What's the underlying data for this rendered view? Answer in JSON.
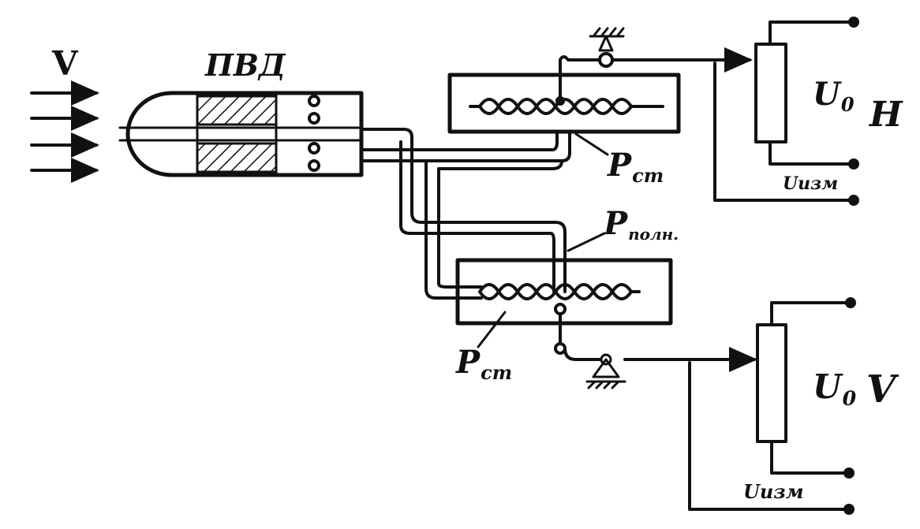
{
  "labels": {
    "airflow": "V",
    "probe": "ПВД",
    "static_top_main": "P",
    "static_top_sub": "ст",
    "full_pressure_main": "P",
    "full_pressure_sub": "полн.",
    "static_bottom_main": "P",
    "static_bottom_sub": "ст",
    "voltage_top_main": "U",
    "voltage_top_sub": "0",
    "output_top": "H",
    "measure_top": "Uизм",
    "voltage_bottom_main": "U",
    "voltage_bottom_sub": "0",
    "output_bottom": "V",
    "measure_bottom": "Uизм"
  },
  "colors": {
    "ink": "#111111",
    "background": "#ffffff"
  },
  "icons": [
    "flow-arrow-icon",
    "ground-hatch-icon",
    "pivot-support-icon",
    "terminal-icon",
    "bellows-icon",
    "potentiometer-icon"
  ]
}
